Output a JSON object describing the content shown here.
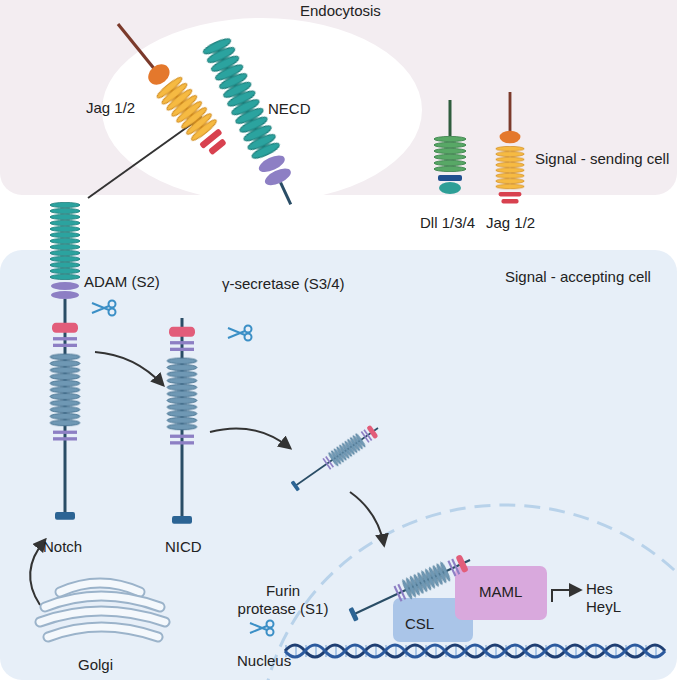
{
  "diagram": {
    "nodes": [
      {
        "text": [
          "Signal - sending cell"
        ]
      },
      {
        "text": [
          "Signal - accepting cell"
        ]
      },
      {
        "text": [
          "Nucleus"
        ],
        "in": 1
      },
      {
        "text": [
          "CSL"
        ],
        "in": 2
      },
      {
        "text": [
          "MAML"
        ],
        "in": 2
      }
    ],
    "labels": [
      "Endocytosis",
      "Jag 1/2",
      "NECD",
      "Dll 1/3/4",
      "Jag 1/2",
      "ADAM (S2)",
      "γ-secretase (S3/4)",
      "Notch",
      "NICD",
      "Furin protease (S1)",
      "Golgi",
      "Hes",
      "HeyL"
    ]
  }
}
